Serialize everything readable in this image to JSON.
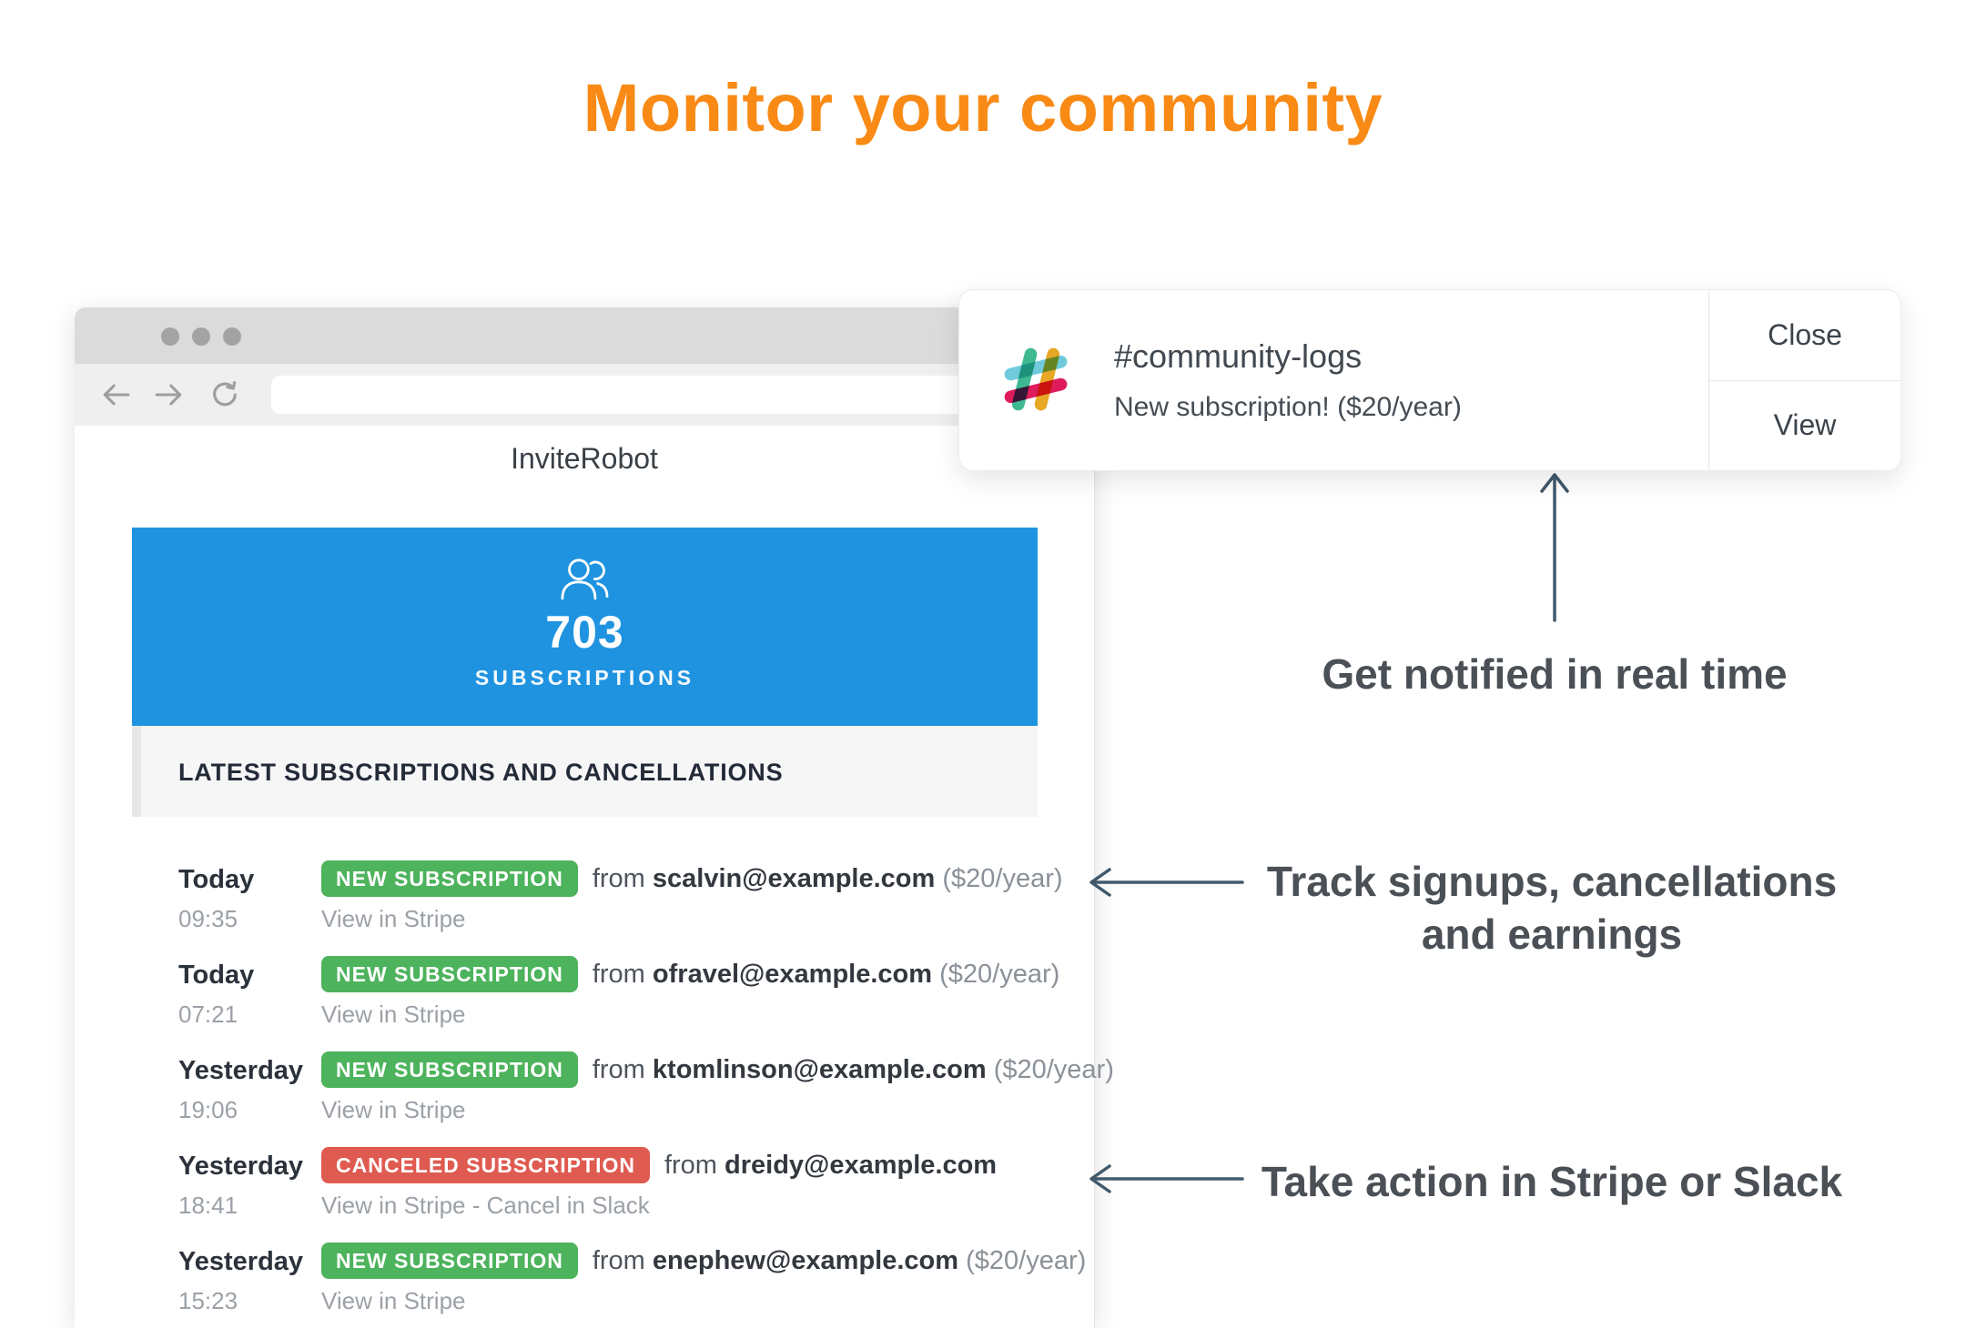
{
  "page": {
    "title": "Monitor your community"
  },
  "browser": {
    "app_title": "InviteRobot",
    "stats": {
      "value": "703",
      "label": "SUBSCRIPTIONS"
    },
    "section_header": "LATEST SUBSCRIPTIONS AND CANCELLATIONS",
    "events": [
      {
        "date": "Today",
        "time": "09:35",
        "badge": "NEW SUBSCRIPTION",
        "badge_type": "new",
        "prefix": "from",
        "email": "scalvin@example.com",
        "amount": "($20/year)",
        "links": "View in Stripe"
      },
      {
        "date": "Today",
        "time": "07:21",
        "badge": "NEW SUBSCRIPTION",
        "badge_type": "new",
        "prefix": "from",
        "email": "ofravel@example.com",
        "amount": "($20/year)",
        "links": "View in Stripe"
      },
      {
        "date": "Yesterday",
        "time": "19:06",
        "badge": "NEW SUBSCRIPTION",
        "badge_type": "new",
        "prefix": "from",
        "email": "ktomlinson@example.com",
        "amount": "($20/year)",
        "links": "View in Stripe"
      },
      {
        "date": "Yesterday",
        "time": "18:41",
        "badge": "CANCELED SUBSCRIPTION",
        "badge_type": "canceled",
        "prefix": "from",
        "email": "dreidy@example.com",
        "amount": "",
        "links": "View in Stripe - Cancel in Slack"
      },
      {
        "date": "Yesterday",
        "time": "15:23",
        "badge": "NEW SUBSCRIPTION",
        "badge_type": "new",
        "prefix": "from",
        "email": "enephew@example.com",
        "amount": "($20/year)",
        "links": "View in Stripe"
      }
    ]
  },
  "notification": {
    "icon": "slack-logo",
    "channel": "#community-logs",
    "message": "New subscription! ($20/year)",
    "close_label": "Close",
    "view_label": "View"
  },
  "annotations": {
    "realtime": "Get notified in real time",
    "track_line1": "Track signups, cancellations",
    "track_line2": "and earnings",
    "action": "Take action in Stripe or Slack"
  },
  "colors": {
    "accent_orange": "#F98A15",
    "panel_blue": "#1F93E0",
    "badge_green": "#4DB35C",
    "badge_red": "#DF5A50",
    "arrow_slate": "#41596B"
  }
}
